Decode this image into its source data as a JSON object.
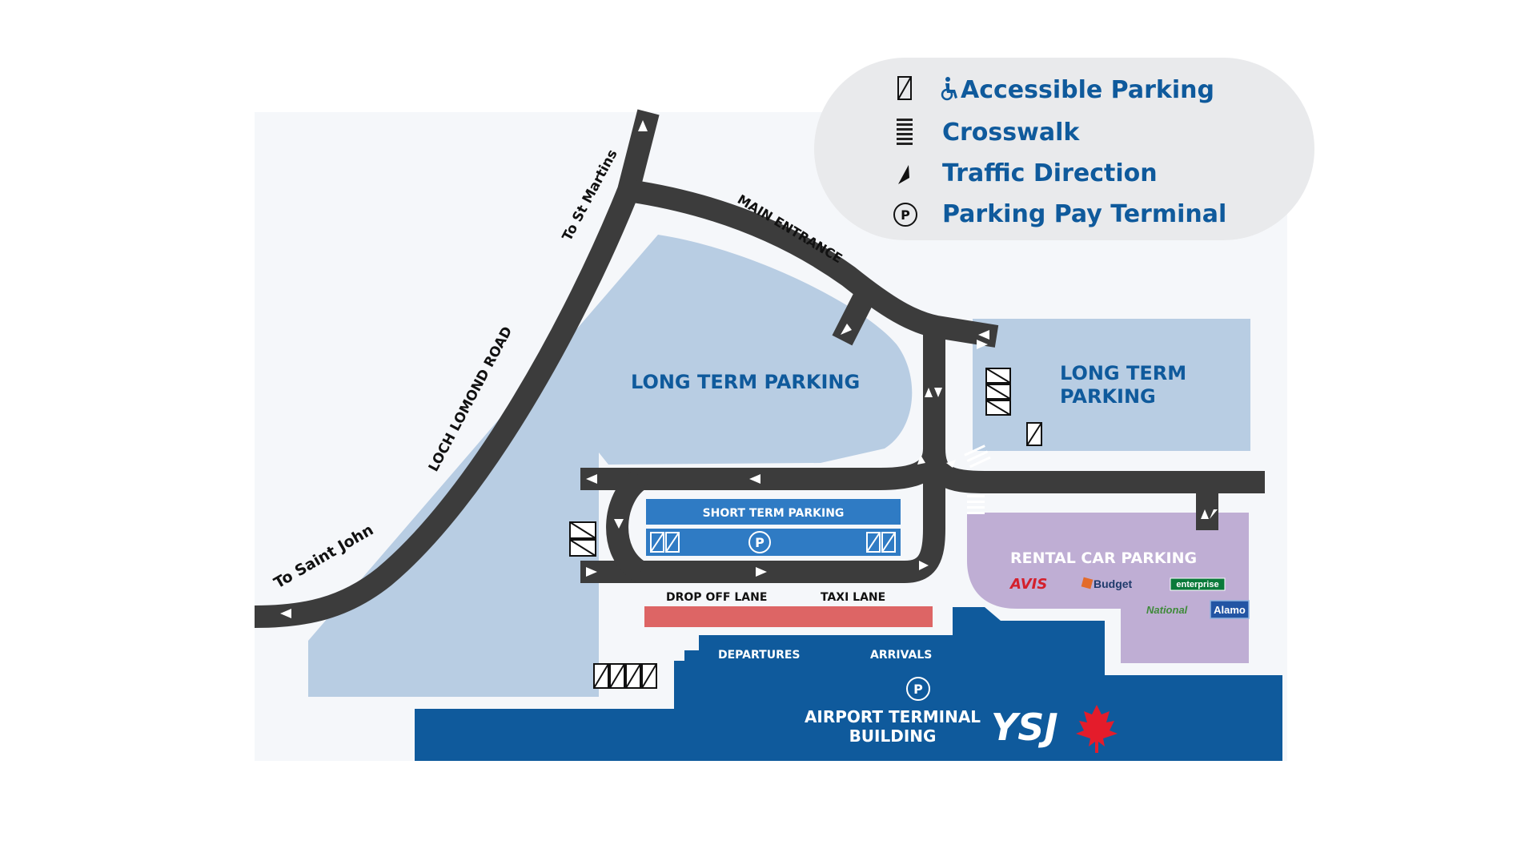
{
  "legend": {
    "items": [
      {
        "icon": "accessible-parking-icon",
        "label": "Accessible Parking"
      },
      {
        "icon": "crosswalk-icon",
        "label": "Crosswalk"
      },
      {
        "icon": "traffic-direction-icon",
        "label": "Traffic Direction"
      },
      {
        "icon": "pay-terminal-icon",
        "label": "Parking Pay Terminal"
      }
    ]
  },
  "roads": {
    "to_st_martins": "To St Martins",
    "loch_lomond": "LOCH LOMOND ROAD",
    "to_saint_john": "To Saint John",
    "main_entrance": "MAIN ENTRANCE"
  },
  "zones": {
    "long_term_left": "LONG TERM PARKING",
    "long_term_right_line1": "LONG TERM",
    "long_term_right_line2": "PARKING",
    "short_term": "SHORT TERM PARKING",
    "rental": "RENTAL CAR PARKING",
    "drop_off": "DROP OFF LANE",
    "taxi": "TAXI LANE",
    "departures": "DEPARTURES",
    "arrivals": "ARRIVALS",
    "terminal_line1": "AIRPORT TERMINAL",
    "terminal_line2": "BUILDING",
    "logo": "YSJ",
    "pay_symbol": "P"
  },
  "rentals": [
    "AVIS",
    "Budget",
    "enterprise",
    "National",
    "Alamo"
  ],
  "colors": {
    "background": "#f5f7fa",
    "light_blue": "#b8cde3",
    "road": "#3c3c3c",
    "navy": "#0f5a9c",
    "short_term": "#2f7bc4",
    "lavender": "#bfaed4",
    "lavender_text": "#ffffff",
    "drop_lane": "#dd6565",
    "legend_bg": "#e9eaec",
    "maple_red": "#e41c2b",
    "avis_red": "#d4202c",
    "national_green": "#3f8a3a",
    "enterprise_green": "#0a7a3a",
    "alamo_blue": "#2255a4"
  }
}
